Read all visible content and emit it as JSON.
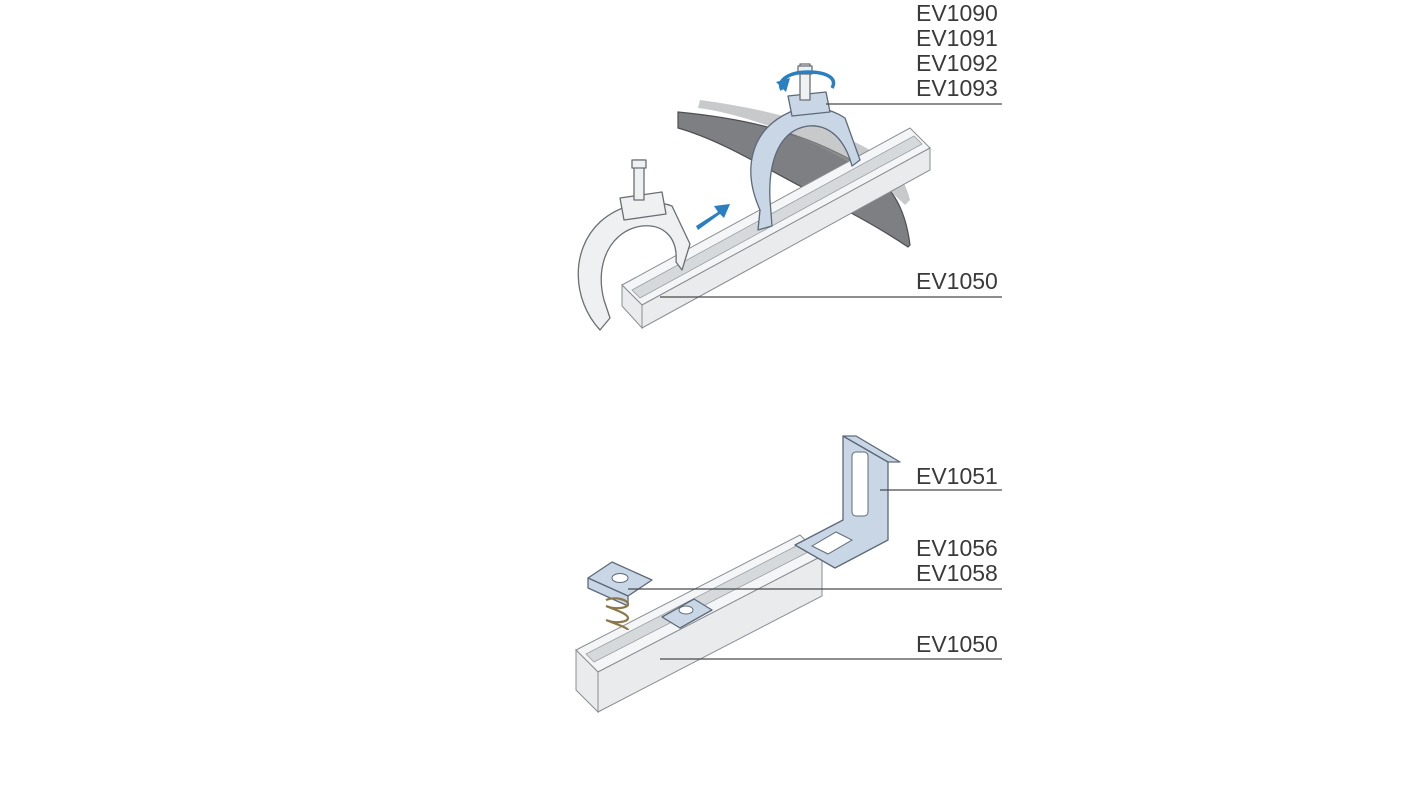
{
  "colors": {
    "accent_arrow": "#2a7fc1",
    "part_blue": "#c9d6e6",
    "rail": "#e9ebed",
    "cable": "#7d7f82",
    "label_text": "#3a3a3a"
  },
  "top_view": {
    "labels": {
      "clamp_codes": [
        "EV1090",
        "EV1091",
        "EV1092",
        "EV1093"
      ],
      "rail_code": "EV1050"
    },
    "icons": [
      "rotate-arrow-icon",
      "slide-arrow-icon"
    ]
  },
  "bottom_view": {
    "labels": {
      "bracket_code": "EV1051",
      "nut_codes": [
        "EV1056",
        "EV1058"
      ],
      "rail_code": "EV1050"
    }
  }
}
